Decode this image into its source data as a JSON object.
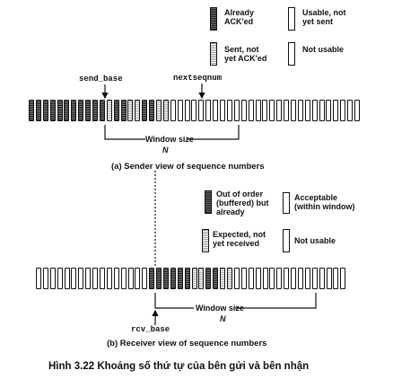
{
  "legend_top": {
    "acked": "Already\nACK'ed",
    "usable": "Usable, not\nyet sent",
    "sent": "Sent, not\nyet ACK'ed",
    "not_usable": "Not usable"
  },
  "sender": {
    "send_base": "send_base",
    "nextseqnum": "nextseqnum",
    "window_size": "Window size",
    "n": "N",
    "caption": "(a) Sender view of sequence numbers",
    "cells": [
      "acked",
      "acked",
      "acked",
      "acked",
      "acked",
      "acked",
      "acked",
      "acked",
      "acked",
      "acked",
      "acked",
      "sent",
      "acked",
      "acked",
      "sent",
      "sent",
      "acked",
      "acked",
      "sent",
      "sent",
      "usable",
      "usable",
      "usable",
      "nu",
      "nu",
      "nu",
      "nu",
      "nu",
      "nu",
      "nu",
      "nu",
      "nu",
      "nu",
      "nu",
      "nu",
      "nu",
      "nu",
      "nu",
      "nu",
      "nu",
      "nu",
      "nu",
      "nu",
      "nu",
      "nu",
      "nu",
      "nu"
    ]
  },
  "legend_bottom": {
    "ooo": "Out of order\n(buffered) but\nalready",
    "acceptable": "Acceptable\n(within window)",
    "expected": "Expected, not\nyet received",
    "not_usable": "Not usable"
  },
  "receiver": {
    "rcv_base": "rcv_base",
    "window_size": "Window size",
    "n": "N",
    "caption": "(b) Receiver view of sequence numbers",
    "cells": [
      "nu",
      "nu",
      "nu",
      "nu",
      "nu",
      "nu",
      "nu",
      "nu",
      "nu",
      "nu",
      "nu",
      "nu",
      "nu",
      "nu",
      "nu",
      "nu",
      "acked",
      "acked",
      "acked",
      "acked",
      "acked",
      "acked",
      "sent",
      "sent",
      "acked",
      "acked",
      "sent",
      "sent",
      "usable",
      "usable",
      "usable",
      "usable",
      "usable",
      "nu",
      "nu",
      "nu",
      "nu",
      "nu",
      "nu",
      "nu",
      "nu",
      "nu",
      "nu",
      "nu"
    ]
  },
  "figure_caption": "Hình 3.22 Khoảng số thứ tự của bên gửi và bên nhận"
}
